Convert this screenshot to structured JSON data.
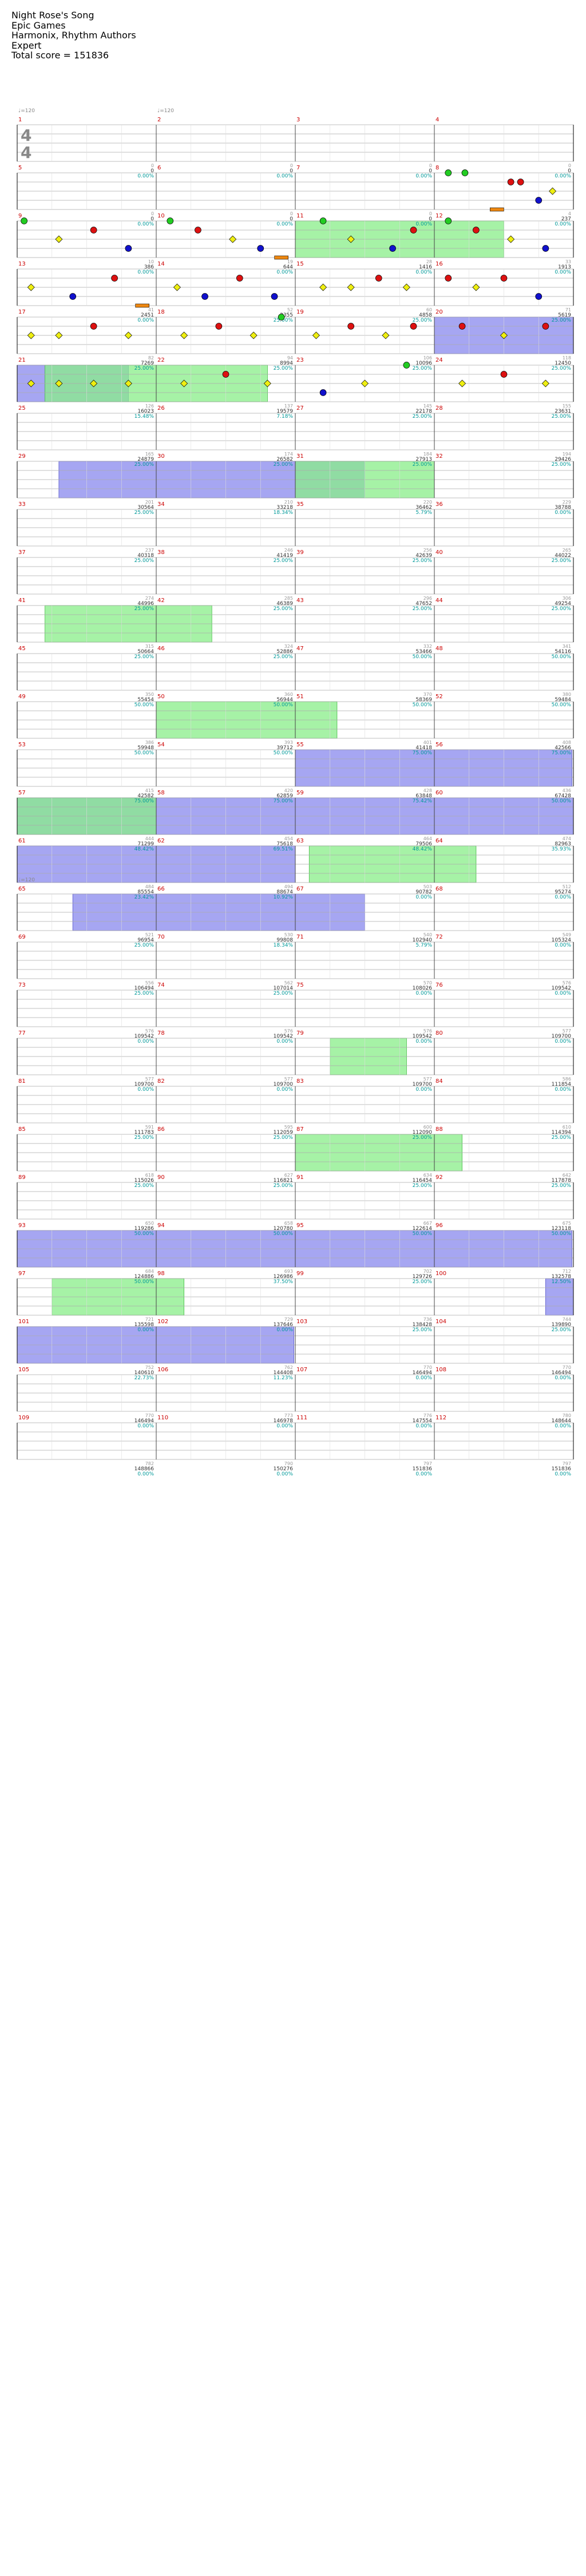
{
  "song": {
    "title": "Night Rose's Song",
    "artist": "Epic Games",
    "charter": "Harmonix, Rhythm Authors",
    "difficulty": "Expert",
    "total_score_text": "Total score = 151836"
  },
  "time_signature": {
    "numerator": "4",
    "denominator": "4"
  },
  "tempo_markers": [
    {
      "measure": 1,
      "label": "♩=120"
    },
    {
      "measure": 2,
      "label": "♩=120"
    },
    {
      "measure": 65,
      "label": "♩=120"
    }
  ],
  "colors": {
    "green": "#22cc22",
    "red": "#dd1111",
    "yellow": "#eeee11",
    "blue": "#1111cc",
    "orange": "#ee8811",
    "overdrive_fill": "#88ee88",
    "solo_fill": "#8888ee",
    "overlap_fill": "#5599bb",
    "measure_number": "#cc0000",
    "score_text": "#333333",
    "percent_text": "#009999",
    "notes_text": "#999999"
  },
  "measures": [
    {
      "n": 1,
      "score": "0",
      "pct": "0.00%",
      "notes": "0"
    },
    {
      "n": 2,
      "score": "0",
      "pct": "0.00%",
      "notes": "0"
    },
    {
      "n": 3,
      "score": "0",
      "pct": "0.00%",
      "notes": "0"
    },
    {
      "n": 4,
      "score": "0",
      "pct": "0.00%",
      "notes": "0"
    },
    {
      "n": 5,
      "score": "0",
      "pct": "0.00%",
      "notes": "0"
    },
    {
      "n": 6,
      "score": "0",
      "pct": "0.00%",
      "notes": "0"
    },
    {
      "n": 7,
      "score": "0",
      "pct": "0.00%",
      "notes": "0"
    },
    {
      "n": 8,
      "score": "237",
      "pct": "0.00%",
      "notes": "4"
    },
    {
      "n": 9,
      "score": "386",
      "pct": "0.00%",
      "notes": "10"
    },
    {
      "n": 10,
      "score": "644",
      "pct": "0.00%",
      "notes": "19"
    },
    {
      "n": 11,
      "score": "1416",
      "pct": "0.00%",
      "notes": "28"
    },
    {
      "n": 12,
      "score": "1913",
      "pct": "0.00%",
      "notes": "33"
    },
    {
      "n": 13,
      "score": "2451",
      "pct": "0.00%",
      "notes": "41"
    },
    {
      "n": 14,
      "score": "3355",
      "pct": "25.00%",
      "notes": "52"
    },
    {
      "n": 15,
      "score": "4858",
      "pct": "25.00%",
      "notes": "60"
    },
    {
      "n": 16,
      "score": "5619",
      "pct": "25.00%",
      "notes": "71"
    },
    {
      "n": 17,
      "score": "7269",
      "pct": "25.00%",
      "notes": "82"
    },
    {
      "n": 18,
      "score": "8994",
      "pct": "25.00%",
      "notes": "94"
    },
    {
      "n": 19,
      "score": "10096",
      "pct": "25.00%",
      "notes": "106"
    },
    {
      "n": 20,
      "score": "12450",
      "pct": "25.00%",
      "notes": "118"
    },
    {
      "n": 21,
      "score": "16023",
      "pct": "15.48%",
      "notes": "126"
    },
    {
      "n": 22,
      "score": "19579",
      "pct": "7.18%",
      "notes": "137"
    },
    {
      "n": 23,
      "score": "22178",
      "pct": "25.00%",
      "notes": "145"
    },
    {
      "n": 24,
      "score": "23631",
      "pct": "25.00%",
      "notes": "155"
    },
    {
      "n": 25,
      "score": "24879",
      "pct": "25.00%",
      "notes": "165"
    },
    {
      "n": 26,
      "score": "26582",
      "pct": "25.00%",
      "notes": "174"
    },
    {
      "n": 27,
      "score": "27913",
      "pct": "25.00%",
      "notes": "184"
    },
    {
      "n": 28,
      "score": "29426",
      "pct": "25.00%",
      "notes": "194"
    },
    {
      "n": 29,
      "score": "30564",
      "pct": "25.00%",
      "notes": "201"
    },
    {
      "n": 30,
      "score": "33218",
      "pct": "18.34%",
      "notes": "210"
    },
    {
      "n": 31,
      "score": "36462",
      "pct": "5.79%",
      "notes": "220"
    },
    {
      "n": 32,
      "score": "38788",
      "pct": "0.00%",
      "notes": "229"
    },
    {
      "n": 33,
      "score": "40318",
      "pct": "25.00%",
      "notes": "237"
    },
    {
      "n": 34,
      "score": "41419",
      "pct": "25.00%",
      "notes": "246"
    },
    {
      "n": 35,
      "score": "42639",
      "pct": "25.00%",
      "notes": "256"
    },
    {
      "n": 36,
      "score": "44022",
      "pct": "25.00%",
      "notes": "265"
    },
    {
      "n": 37,
      "score": "44996",
      "pct": "25.00%",
      "notes": "274"
    },
    {
      "n": 38,
      "score": "46389",
      "pct": "25.00%",
      "notes": "285"
    },
    {
      "n": 39,
      "score": "47652",
      "pct": "25.00%",
      "notes": "296"
    },
    {
      "n": 40,
      "score": "49254",
      "pct": "25.00%",
      "notes": "306"
    },
    {
      "n": 41,
      "score": "50664",
      "pct": "25.00%",
      "notes": "315"
    },
    {
      "n": 42,
      "score": "52886",
      "pct": "25.00%",
      "notes": "324"
    },
    {
      "n": 43,
      "score": "53466",
      "pct": "50.00%",
      "notes": "332"
    },
    {
      "n": 44,
      "score": "54116",
      "pct": "50.00%",
      "notes": "341"
    },
    {
      "n": 45,
      "score": "55454",
      "pct": "50.00%",
      "notes": "350"
    },
    {
      "n": 46,
      "score": "56944",
      "pct": "50.00%",
      "notes": "360"
    },
    {
      "n": 47,
      "score": "58369",
      "pct": "50.00%",
      "notes": "370"
    },
    {
      "n": 48,
      "score": "59484",
      "pct": "50.00%",
      "notes": "380"
    },
    {
      "n": 49,
      "score": "59948",
      "pct": "50.00%",
      "notes": "386"
    },
    {
      "n": 50,
      "score": "39712",
      "pct": "50.00%",
      "notes": "393"
    },
    {
      "n": 51,
      "score": "41418",
      "pct": "75.00%",
      "notes": "401"
    },
    {
      "n": 52,
      "score": "42566",
      "pct": "75.00%",
      "notes": "408"
    },
    {
      "n": 53,
      "score": "42582",
      "pct": "75.00%",
      "notes": "415"
    },
    {
      "n": 54,
      "score": "62859",
      "pct": "75.00%",
      "notes": "420"
    },
    {
      "n": 55,
      "score": "63848",
      "pct": "75.42%",
      "notes": "428"
    },
    {
      "n": 56,
      "score": "67428",
      "pct": "50.00%",
      "notes": "436"
    },
    {
      "n": 57,
      "score": "71299",
      "pct": "48.42%",
      "notes": "444"
    },
    {
      "n": 58,
      "score": "75618",
      "pct": "69.51%",
      "notes": "454"
    },
    {
      "n": 59,
      "score": "79506",
      "pct": "48.42%",
      "notes": "464"
    },
    {
      "n": 60,
      "score": "82963",
      "pct": "35.93%",
      "notes": "474"
    },
    {
      "n": 61,
      "score": "85554",
      "pct": "23.42%",
      "notes": "484"
    },
    {
      "n": 62,
      "score": "88674",
      "pct": "10.92%",
      "notes": "494"
    },
    {
      "n": 63,
      "score": "90782",
      "pct": "0.00%",
      "notes": "503"
    },
    {
      "n": 64,
      "score": "95274",
      "pct": "0.00%",
      "notes": "512"
    },
    {
      "n": 65,
      "score": "96954",
      "pct": "25.00%",
      "notes": "521"
    },
    {
      "n": 66,
      "score": "99808",
      "pct": "18.34%",
      "notes": "530"
    },
    {
      "n": 67,
      "score": "102940",
      "pct": "5.79%",
      "notes": "540"
    },
    {
      "n": 68,
      "score": "105324",
      "pct": "0.00%",
      "notes": "549"
    },
    {
      "n": 69,
      "score": "106494",
      "pct": "25.00%",
      "notes": "556"
    },
    {
      "n": 70,
      "score": "107014",
      "pct": "25.00%",
      "notes": "562"
    },
    {
      "n": 71,
      "score": "108026",
      "pct": "0.00%",
      "notes": "570"
    },
    {
      "n": 72,
      "score": "109542",
      "pct": "0.00%",
      "notes": "576"
    },
    {
      "n": 73,
      "score": "109542",
      "pct": "0.00%",
      "notes": "576"
    },
    {
      "n": 74,
      "score": "109542",
      "pct": "0.00%",
      "notes": "576"
    },
    {
      "n": 75,
      "score": "109542",
      "pct": "0.00%",
      "notes": "576"
    },
    {
      "n": 76,
      "score": "109700",
      "pct": "0.00%",
      "notes": "577"
    },
    {
      "n": 77,
      "score": "109700",
      "pct": "0.00%",
      "notes": "577"
    },
    {
      "n": 78,
      "score": "109700",
      "pct": "0.00%",
      "notes": "577"
    },
    {
      "n": 79,
      "score": "109700",
      "pct": "0.00%",
      "notes": "577"
    },
    {
      "n": 80,
      "score": "111854",
      "pct": "0.00%",
      "notes": "586"
    },
    {
      "n": 81,
      "score": "111783",
      "pct": "25.00%",
      "notes": "591"
    },
    {
      "n": 82,
      "score": "112059",
      "pct": "25.00%",
      "notes": "595"
    },
    {
      "n": 83,
      "score": "112090",
      "pct": "25.00%",
      "notes": "600"
    },
    {
      "n": 84,
      "score": "114394",
      "pct": "25.00%",
      "notes": "610"
    },
    {
      "n": 85,
      "score": "115026",
      "pct": "25.00%",
      "notes": "618"
    },
    {
      "n": 86,
      "score": "116821",
      "pct": "25.00%",
      "notes": "627"
    },
    {
      "n": 87,
      "score": "116454",
      "pct": "25.00%",
      "notes": "634"
    },
    {
      "n": 88,
      "score": "117878",
      "pct": "25.00%",
      "notes": "642"
    },
    {
      "n": 89,
      "score": "119286",
      "pct": "50.00%",
      "notes": "650"
    },
    {
      "n": 90,
      "score": "120780",
      "pct": "50.00%",
      "notes": "658"
    },
    {
      "n": 91,
      "score": "122614",
      "pct": "50.00%",
      "notes": "667"
    },
    {
      "n": 92,
      "score": "123118",
      "pct": "50.00%",
      "notes": "675"
    },
    {
      "n": 93,
      "score": "124886",
      "pct": "50.00%",
      "notes": "684"
    },
    {
      "n": 94,
      "score": "126986",
      "pct": "37.50%",
      "notes": "693"
    },
    {
      "n": 95,
      "score": "129726",
      "pct": "25.00%",
      "notes": "702"
    },
    {
      "n": 96,
      "score": "132578",
      "pct": "12.50%",
      "notes": "712"
    },
    {
      "n": 97,
      "score": "135598",
      "pct": "0.00%",
      "notes": "721"
    },
    {
      "n": 98,
      "score": "137646",
      "pct": "0.00%",
      "notes": "729"
    },
    {
      "n": 99,
      "score": "138428",
      "pct": "25.00%",
      "notes": "736"
    },
    {
      "n": 100,
      "score": "139890",
      "pct": "25.00%",
      "notes": "744"
    },
    {
      "n": 101,
      "score": "140610",
      "pct": "22.73%",
      "notes": "752"
    },
    {
      "n": 102,
      "score": "144408",
      "pct": "11.23%",
      "notes": "762"
    },
    {
      "n": 103,
      "score": "146494",
      "pct": "0.00%",
      "notes": "770"
    },
    {
      "n": 104,
      "score": "146494",
      "pct": "0.00%",
      "notes": "770"
    },
    {
      "n": 105,
      "score": "146494",
      "pct": "0.00%",
      "notes": "770"
    },
    {
      "n": 106,
      "score": "146978",
      "pct": "0.00%",
      "notes": "773"
    },
    {
      "n": 107,
      "score": "147554",
      "pct": "0.00%",
      "notes": "776"
    },
    {
      "n": 108,
      "score": "148644",
      "pct": "0.00%",
      "notes": "780"
    },
    {
      "n": 109,
      "score": "148866",
      "pct": "0.00%",
      "notes": "782"
    },
    {
      "n": 110,
      "score": "150276",
      "pct": "0.00%",
      "notes": "790"
    },
    {
      "n": 111,
      "score": "151836",
      "pct": "0.00%",
      "notes": "797"
    },
    {
      "n": 112,
      "score": "151836",
      "pct": "0.00%",
      "notes": "797"
    }
  ],
  "measure_content": {
    "8": [
      [
        "g",
        0.1
      ],
      [
        "g",
        0.22
      ],
      [
        "r",
        0.55
      ],
      [
        "r",
        0.62
      ],
      [
        "y",
        0.85
      ],
      [
        "o",
        0.45
      ],
      [
        "b",
        0.75
      ]
    ],
    "9": [
      [
        "g",
        0.05
      ],
      [
        "y",
        0.3
      ],
      [
        "r",
        0.55
      ],
      [
        "b",
        0.8
      ]
    ],
    "10": [
      [
        "g",
        0.1
      ],
      [
        "r",
        0.3
      ],
      [
        "y",
        0.55
      ],
      [
        "b",
        0.75
      ],
      [
        "o",
        0.9
      ]
    ],
    "11": [
      [
        "g",
        0.2
      ],
      [
        "y",
        0.4
      ],
      [
        "b",
        0.7
      ],
      [
        "r",
        0.85
      ]
    ],
    "12": [
      [
        "g",
        0.1
      ],
      [
        "r",
        0.3
      ],
      [
        "y",
        0.55
      ],
      [
        "b",
        0.8
      ]
    ],
    "13": [
      [
        "y",
        0.1
      ],
      [
        "b",
        0.4
      ],
      [
        "r",
        0.7
      ],
      [
        "o",
        0.9
      ]
    ],
    "14": [
      [
        "y",
        0.15
      ],
      [
        "b",
        0.35
      ],
      [
        "r",
        0.6
      ],
      [
        "b",
        0.85
      ]
    ],
    "15": [
      [
        "y",
        0.2
      ],
      [
        "y",
        0.4
      ],
      [
        "r",
        0.6
      ],
      [
        "y",
        0.8
      ]
    ],
    "16": [
      [
        "r",
        0.1
      ],
      [
        "y",
        0.3
      ],
      [
        "r",
        0.5
      ],
      [
        "b",
        0.75
      ]
    ],
    "17": [
      [
        "y",
        0.1
      ],
      [
        "y",
        0.3
      ],
      [
        "r",
        0.55
      ],
      [
        "y",
        0.8
      ]
    ],
    "18": [
      [
        "y",
        0.2
      ],
      [
        "r",
        0.45
      ],
      [
        "y",
        0.7
      ],
      [
        "g",
        0.9
      ]
    ],
    "19": [
      [
        "y",
        0.15
      ],
      [
        "r",
        0.4
      ],
      [
        "y",
        0.65
      ],
      [
        "r",
        0.85
      ]
    ],
    "20": [
      [
        "r",
        0.2
      ],
      [
        "y",
        0.5
      ],
      [
        "r",
        0.8
      ]
    ],
    "21": [
      [
        "y",
        0.1
      ],
      [
        "y",
        0.3
      ],
      [
        "y",
        0.55
      ],
      [
        "y",
        0.8
      ]
    ],
    "22": [
      [
        "y",
        0.2
      ],
      [
        "r",
        0.5
      ],
      [
        "y",
        0.8
      ]
    ],
    "23": [
      [
        "b",
        0.2
      ],
      [
        "y",
        0.5
      ],
      [
        "g",
        0.8
      ]
    ],
    "24": [
      [
        "y",
        0.2
      ],
      [
        "r",
        0.5
      ],
      [
        "y",
        0.8
      ]
    ]
  },
  "phrases": [
    {
      "kind": "overdrive",
      "start": 11.0,
      "end": 12.5
    },
    {
      "kind": "solo",
      "start": 20.0,
      "end": 21.8
    },
    {
      "kind": "overdrive",
      "start": 21.2,
      "end": 22.8
    },
    {
      "kind": "solo",
      "start": 29.3,
      "end": 31.5
    },
    {
      "kind": "overdrive",
      "start": 31.0,
      "end": 32.0
    },
    {
      "kind": "overdrive",
      "start": 41.2,
      "end": 42.4
    },
    {
      "kind": "overdrive",
      "start": 50.0,
      "end": 51.3
    },
    {
      "kind": "solo",
      "start": 55.0,
      "end": 56.99
    },
    {
      "kind": "solo",
      "start": 57.0,
      "end": 61.0
    },
    {
      "kind": "overdrive",
      "start": 57.0,
      "end": 58.0
    },
    {
      "kind": "solo",
      "start": 61.0,
      "end": 63.0
    },
    {
      "kind": "overdrive",
      "start": 63.1,
      "end": 64.3
    },
    {
      "kind": "solo",
      "start": 65.4,
      "end": 67.5
    },
    {
      "kind": "overdrive",
      "start": 79.25,
      "end": 79.8
    },
    {
      "kind": "overdrive",
      "start": 87.0,
      "end": 88.2
    },
    {
      "kind": "solo",
      "start": 93.0,
      "end": 96.99
    },
    {
      "kind": "overdrive",
      "start": 97.25,
      "end": 98.2
    },
    {
      "kind": "solo",
      "start": 100.8,
      "end": 102.99
    }
  ]
}
